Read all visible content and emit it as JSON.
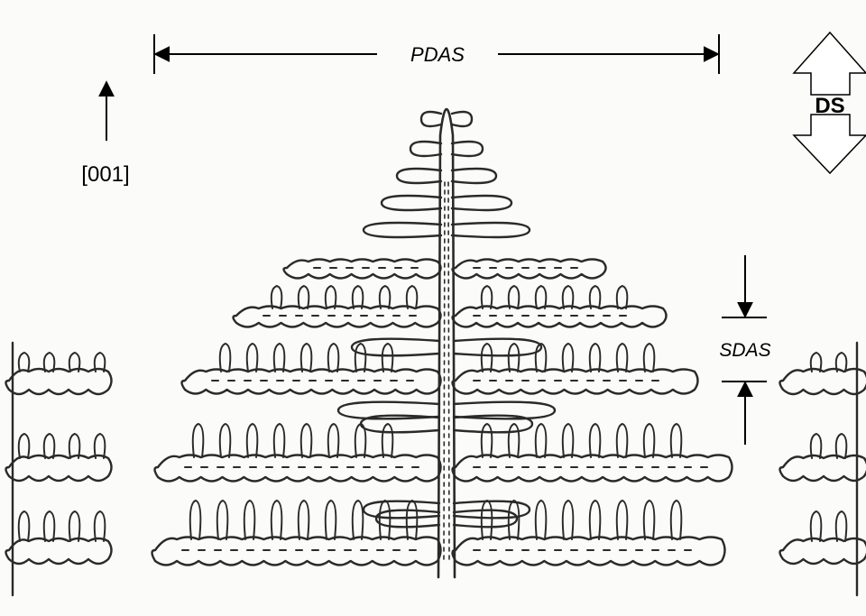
{
  "labels": {
    "pdas": "PDAS",
    "sdas": "SDAS",
    "direction": "[001]",
    "ds": "DS"
  },
  "colors": {
    "ink": "#000000",
    "sketch": "#2a2a2a",
    "paper": "#fbfbf9"
  }
}
